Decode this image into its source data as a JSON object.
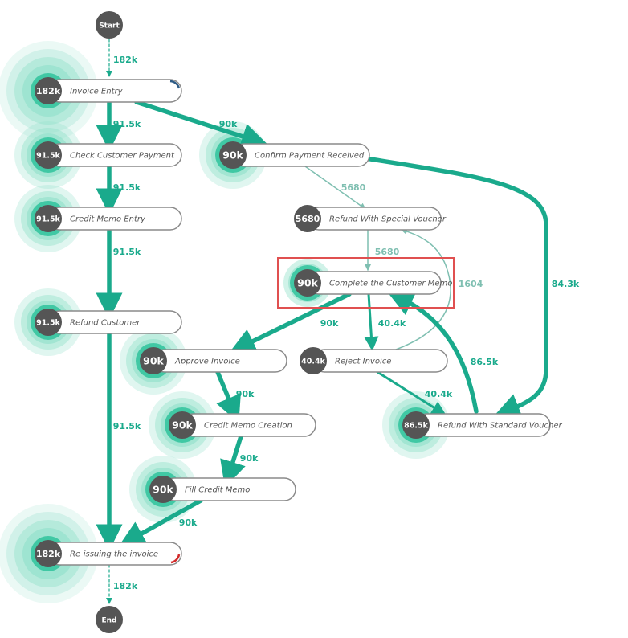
{
  "colors": {
    "accent": "#1aaa8c",
    "accent_light": "#7fbfb1",
    "halo": "#8fe0c9",
    "node_dark": "#555555",
    "node_border": "#8a8a8a",
    "highlight": "#e05050",
    "corner_blue": "#2f5c86",
    "corner_red": "#d22b2b"
  },
  "start_node": {
    "label": "Start"
  },
  "end_node": {
    "label": "End"
  },
  "nodes": [
    {
      "id": "invoice-entry",
      "count": "182k",
      "label": "Invoice Entry",
      "halo": 3,
      "corner": "blue"
    },
    {
      "id": "check-customer-payment",
      "count": "91.5k",
      "label": "Check Customer Payment",
      "halo": 2
    },
    {
      "id": "credit-memo-entry",
      "count": "91.5k",
      "label": "Credit Memo Entry",
      "halo": 2
    },
    {
      "id": "refund-customer",
      "count": "91.5k",
      "label": "Refund Customer",
      "halo": 2
    },
    {
      "id": "re-issuing-invoice",
      "count": "182k",
      "label": "Re-issuing the invoice",
      "halo": 3,
      "corner": "red"
    },
    {
      "id": "confirm-payment-received",
      "count": "90k",
      "label": "Confirm Payment Received",
      "halo": 2
    },
    {
      "id": "refund-special-voucher",
      "count": "5680",
      "label": "Refund With Special Voucher",
      "halo": 0
    },
    {
      "id": "complete-customer-memo",
      "count": "90k",
      "label": "Complete the Customer Memo",
      "halo": 1,
      "highlighted": true
    },
    {
      "id": "approve-invoice",
      "count": "90k",
      "label": "Approve Invoice",
      "halo": 2
    },
    {
      "id": "reject-invoice",
      "count": "40.4k",
      "label": "Reject Invoice",
      "halo": 0
    },
    {
      "id": "credit-memo-creation",
      "count": "90k",
      "label": "Credit Memo Creation",
      "halo": 2
    },
    {
      "id": "refund-standard-voucher",
      "count": "86.5k",
      "label": "Refund With Standard Voucher",
      "halo": 2
    },
    {
      "id": "fill-credit-memo",
      "count": "90k",
      "label": "Fill Credit Memo",
      "halo": 2
    }
  ],
  "edges": [
    {
      "from": "start",
      "to": "invoice-entry",
      "label": "182k",
      "style": "dashed"
    },
    {
      "from": "invoice-entry",
      "to": "check-customer-payment",
      "label": "91.5k",
      "style": "thick"
    },
    {
      "from": "invoice-entry",
      "to": "confirm-payment-received",
      "label": "90k",
      "style": "thick"
    },
    {
      "from": "check-customer-payment",
      "to": "credit-memo-entry",
      "label": "91.5k",
      "style": "thick"
    },
    {
      "from": "credit-memo-entry",
      "to": "refund-customer",
      "label": "91.5k",
      "style": "thick"
    },
    {
      "from": "refund-customer",
      "to": "re-issuing-invoice",
      "label": "91.5k",
      "style": "thick"
    },
    {
      "from": "confirm-payment-received",
      "to": "refund-special-voucher",
      "label": "5680",
      "style": "thin"
    },
    {
      "from": "confirm-payment-received",
      "to": "refund-standard-voucher",
      "label": "84.3k",
      "style": "thick"
    },
    {
      "from": "refund-special-voucher",
      "to": "complete-customer-memo",
      "label": "5680",
      "style": "thin"
    },
    {
      "from": "reject-invoice",
      "to": "refund-special-voucher",
      "label": "1604",
      "style": "thin"
    },
    {
      "from": "complete-customer-memo",
      "to": "approve-invoice",
      "label": "90k",
      "style": "thick"
    },
    {
      "from": "complete-customer-memo",
      "to": "reject-invoice",
      "label": "40.4k",
      "style": "medium"
    },
    {
      "from": "refund-standard-voucher",
      "to": "complete-customer-memo",
      "label": "86.5k",
      "style": "thick"
    },
    {
      "from": "reject-invoice",
      "to": "refund-standard-voucher",
      "label": "40.4k",
      "style": "medium"
    },
    {
      "from": "approve-invoice",
      "to": "credit-memo-creation",
      "label": "90k",
      "style": "thick"
    },
    {
      "from": "credit-memo-creation",
      "to": "fill-credit-memo",
      "label": "90k",
      "style": "thick"
    },
    {
      "from": "fill-credit-memo",
      "to": "re-issuing-invoice",
      "label": "90k",
      "style": "thick"
    },
    {
      "from": "re-issuing-invoice",
      "to": "end",
      "label": "182k",
      "style": "dashed"
    }
  ]
}
